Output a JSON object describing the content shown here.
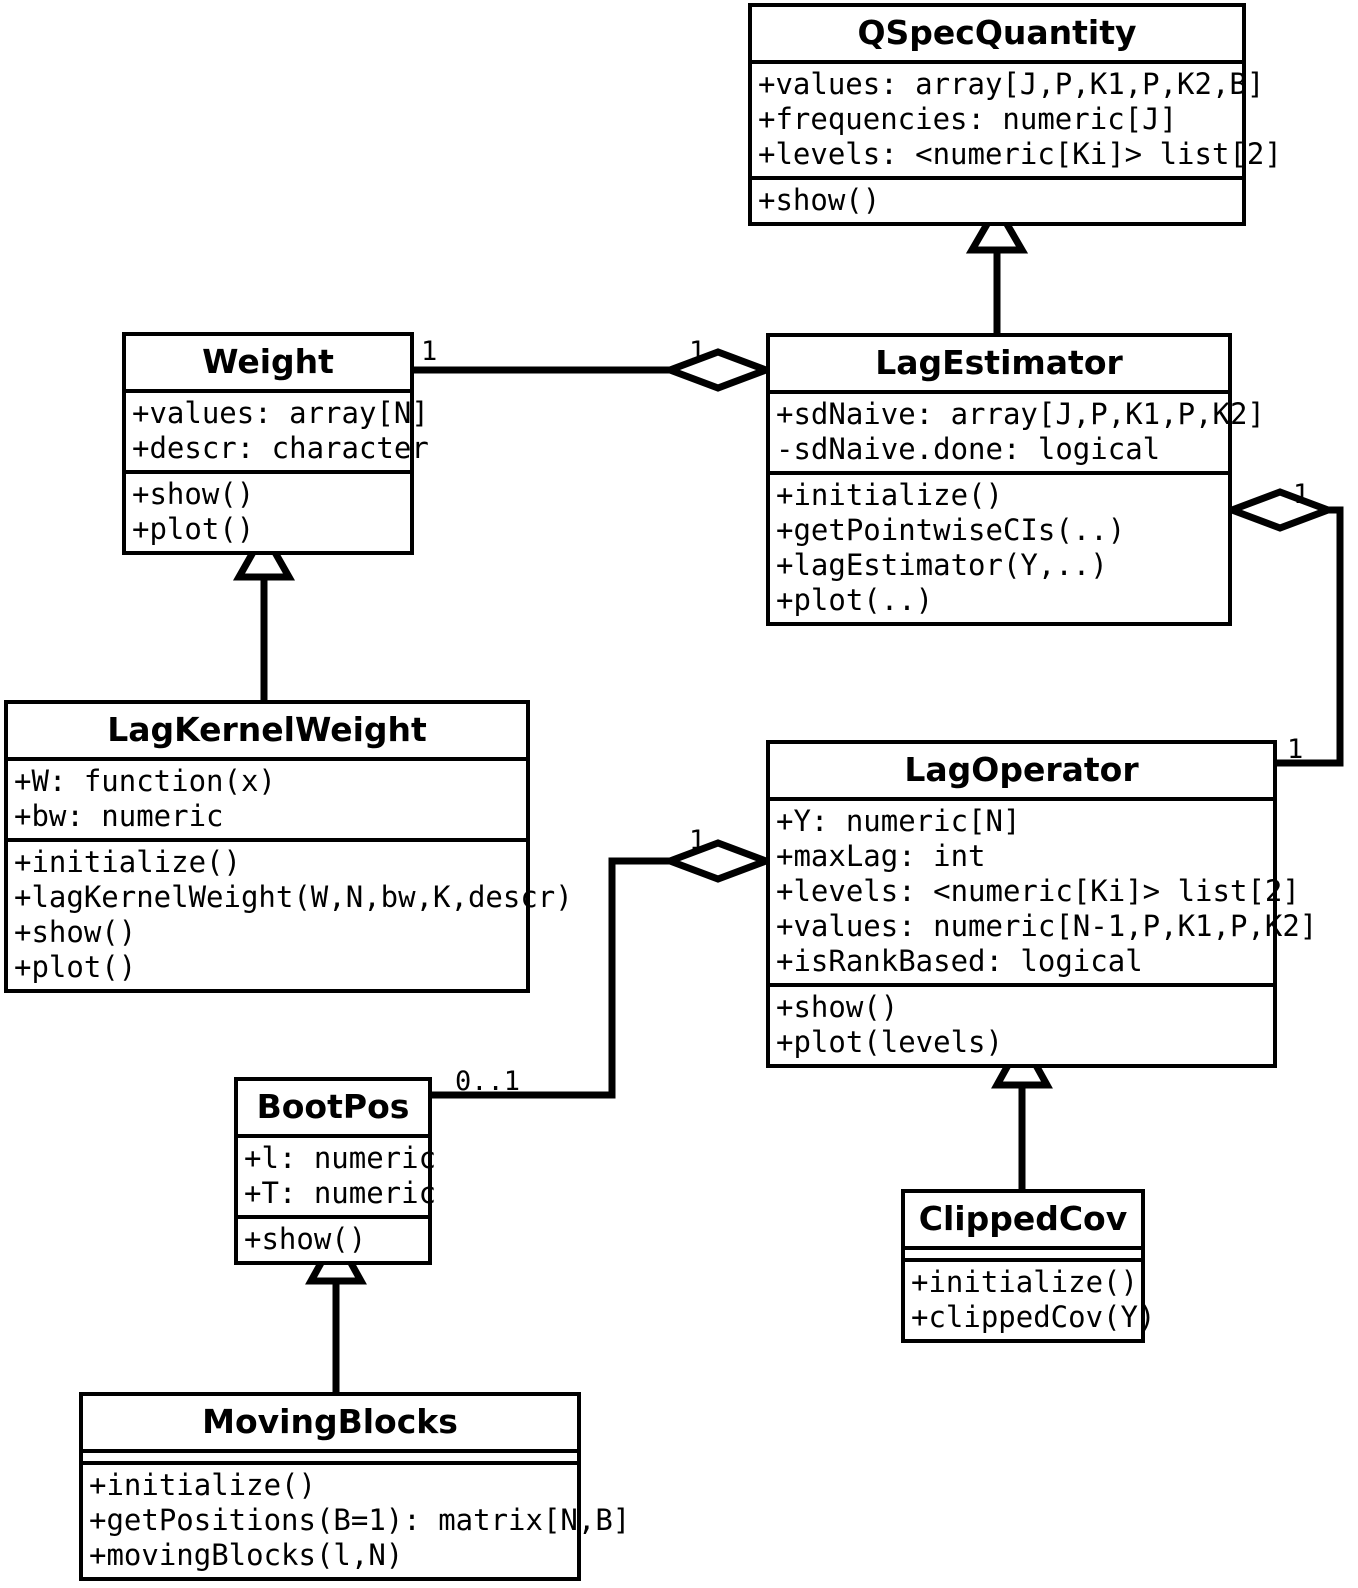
{
  "diagram": {
    "title": "UML class diagram",
    "stroke_color": "#000000",
    "background_color": "#ffffff"
  },
  "classes": [
    {
      "id": "qspecquantity",
      "name": "QSpecQuantity",
      "attributes": [
        "+values: array[J,P,K1,P,K2,B]",
        "+frequencies: numeric[J]",
        "+levels: <numeric[Ki]> list[2]"
      ],
      "methods": [
        "+show()"
      ]
    },
    {
      "id": "weight",
      "name": "Weight",
      "attributes": [
        "+values: array[N]",
        "+descr: character"
      ],
      "methods": [
        "+show()",
        "+plot()"
      ]
    },
    {
      "id": "lagestimator",
      "name": "LagEstimator",
      "attributes": [
        "+sdNaive: array[J,P,K1,P,K2]",
        "-sdNaive.done: logical"
      ],
      "methods": [
        "+initialize()",
        "+getPointwiseCIs(..)",
        "+lagEstimator(Y,..)",
        "+plot(..)"
      ]
    },
    {
      "id": "lagkernelweight",
      "name": "LagKernelWeight",
      "attributes": [
        "+W: function(x)",
        "+bw: numeric"
      ],
      "methods": [
        "+initialize()",
        "+lagKernelWeight(W,N,bw,K,descr)",
        "+show()",
        "+plot()"
      ]
    },
    {
      "id": "lagoperator",
      "name": "LagOperator",
      "attributes": [
        "+Y: numeric[N]",
        "+maxLag: int",
        "+levels: <numeric[Ki]> list[2]",
        "+values: numeric[N-1,P,K1,P,K2]",
        "+isRankBased: logical"
      ],
      "methods": [
        "+show()",
        "+plot(levels)"
      ]
    },
    {
      "id": "bootpos",
      "name": "BootPos",
      "attributes": [
        "+l: numeric",
        "+T: numeric"
      ],
      "methods": [
        "+show()"
      ]
    },
    {
      "id": "clippedcov",
      "name": "ClippedCov",
      "attributes": [],
      "methods": [
        "+initialize()",
        "+clippedCov(Y)"
      ]
    },
    {
      "id": "movingblocks",
      "name": "MovingBlocks",
      "attributes": [],
      "methods": [
        "+initialize()",
        "+getPositions(B=1): matrix[N,B]",
        "+movingBlocks(l,N)"
      ]
    }
  ],
  "relationships": [
    {
      "id": "rel-lagestimator-qspecquantity",
      "type": "generalization",
      "from": "LagEstimator",
      "to": "QSpecQuantity",
      "source_multiplicity": "",
      "target_multiplicity": ""
    },
    {
      "id": "rel-lagkernelweight-weight",
      "type": "generalization",
      "from": "LagKernelWeight",
      "to": "Weight",
      "source_multiplicity": "",
      "target_multiplicity": ""
    },
    {
      "id": "rel-lagestimator-weight",
      "type": "aggregation",
      "from": "LagEstimator",
      "to": "Weight",
      "source_multiplicity": "1",
      "target_multiplicity": "1"
    },
    {
      "id": "rel-lagestimator-lagoperator",
      "type": "aggregation",
      "from": "LagEstimator",
      "to": "LagOperator",
      "source_multiplicity": "1",
      "target_multiplicity": "1"
    },
    {
      "id": "rel-lagoperator-bootpos",
      "type": "aggregation",
      "from": "LagOperator",
      "to": "BootPos",
      "source_multiplicity": "1",
      "target_multiplicity": "0..1"
    },
    {
      "id": "rel-clippedcov-lagoperator",
      "type": "generalization",
      "from": "ClippedCov",
      "to": "LagOperator",
      "source_multiplicity": "",
      "target_multiplicity": ""
    },
    {
      "id": "rel-movingblocks-bootpos",
      "type": "generalization",
      "from": "MovingBlocks",
      "to": "BootPos",
      "source_multiplicity": "",
      "target_multiplicity": ""
    }
  ],
  "multiplicity_labels": {
    "weight_to_lagestimator_left": "1",
    "weight_to_lagestimator_right": "1",
    "lagestimator_right": "1",
    "lagoperator_top_right": "1",
    "lagoperator_left": "1",
    "bootpos_right": "0..1"
  }
}
